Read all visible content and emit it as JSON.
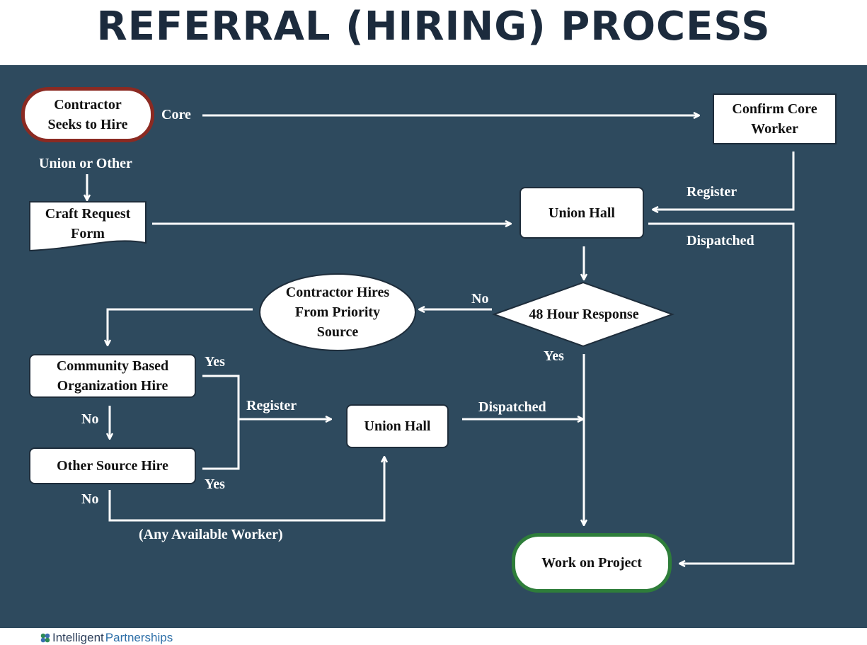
{
  "title": "REFERRAL (HIRING) PROCESS",
  "nodes": {
    "contractor_seeks": "Contractor\nSeeks to Hire",
    "confirm_core": "Confirm Core\nWorker",
    "craft_request": "Craft Request\nForm",
    "union_hall_top": "Union Hall",
    "response_48": "48 Hour Response",
    "priority_source": "Contractor Hires\nFrom Priority\nSource",
    "community_based": "Community Based\nOrganization Hire",
    "other_source": "Other Source Hire",
    "union_hall_bottom": "Union Hall",
    "work_on_project": "Work on Project"
  },
  "labels": {
    "core": "Core",
    "union_or_other": "Union or Other",
    "register_top": "Register",
    "dispatched_top": "Dispatched",
    "no_48": "No",
    "yes_48": "Yes",
    "yes_community": "Yes",
    "yes_other": "Yes",
    "no_community": "No",
    "no_other": "No",
    "register_bottom": "Register",
    "dispatched_bottom": "Dispatched",
    "any_available": "(Any Available Worker)"
  },
  "colors": {
    "panel": "#2e4a5e",
    "contractor_border": "#8b2a22",
    "project_border": "#2e7d3a",
    "title": "#1c2b3d"
  },
  "footer": {
    "icon": "partnership-logo-icon",
    "brand_first": "Intelligent",
    "brand_second": "Partnerships"
  }
}
